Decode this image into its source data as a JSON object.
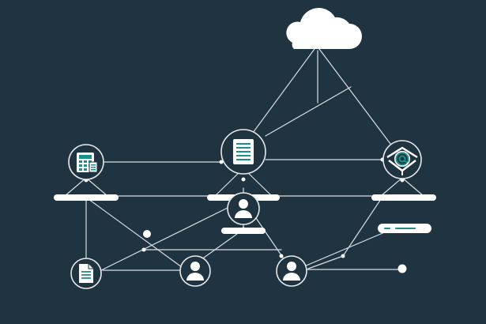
{
  "diagram": {
    "nodes": [
      {
        "id": "cloud",
        "icon": "cloud-icon"
      },
      {
        "id": "calculator-node",
        "icon": "calculator-icon"
      },
      {
        "id": "document-node",
        "icon": "document-icon"
      },
      {
        "id": "email-node",
        "icon": "email-at-icon"
      },
      {
        "id": "user-center",
        "icon": "user-icon"
      },
      {
        "id": "file-node",
        "icon": "file-icon"
      },
      {
        "id": "user-left",
        "icon": "user-icon"
      },
      {
        "id": "user-right",
        "icon": "user-icon"
      }
    ],
    "colors": {
      "background": "#1f3341",
      "line": "#d9dee2",
      "accent": "#1d8f8a",
      "node_fill": "#ffffff"
    }
  }
}
